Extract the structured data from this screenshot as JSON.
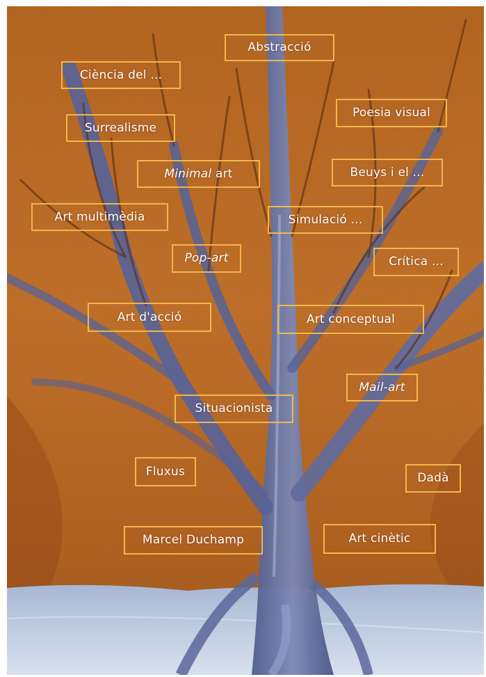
{
  "colors": {
    "box_border": "#f2b84a",
    "label_text": "#ffffff",
    "background_orange": "#c2691f",
    "trunk_blue": "#6d7aa6",
    "ground_blue": "#b9c6dc"
  },
  "image": {
    "description_icon": "tree-painting"
  },
  "nodes": {
    "abstraccio": "Abstracció",
    "ciencia": "Ciència del ...",
    "poesia_visual": "Poesia visual",
    "surrealisme": "Surrealisme",
    "minimal_ital": "Minimal",
    "minimal_rest": " art",
    "beuys": "Beuys i el ...",
    "art_multimedia": "Art multimèdia",
    "simulacio": "Simulació ...",
    "pop_ital": "Pop-art",
    "critica": "Crítica ...",
    "art_daccio": "Art d'acció",
    "art_conceptual": "Art conceptual",
    "mail_ital": "Mail",
    "mail_rest": "-art",
    "situacionista": "Situacionista",
    "fluxus": "Fluxus",
    "dada": "Dadà",
    "marcel_duchamp": "Marcel Duchamp",
    "art_cinetic": "Art cinètic"
  }
}
